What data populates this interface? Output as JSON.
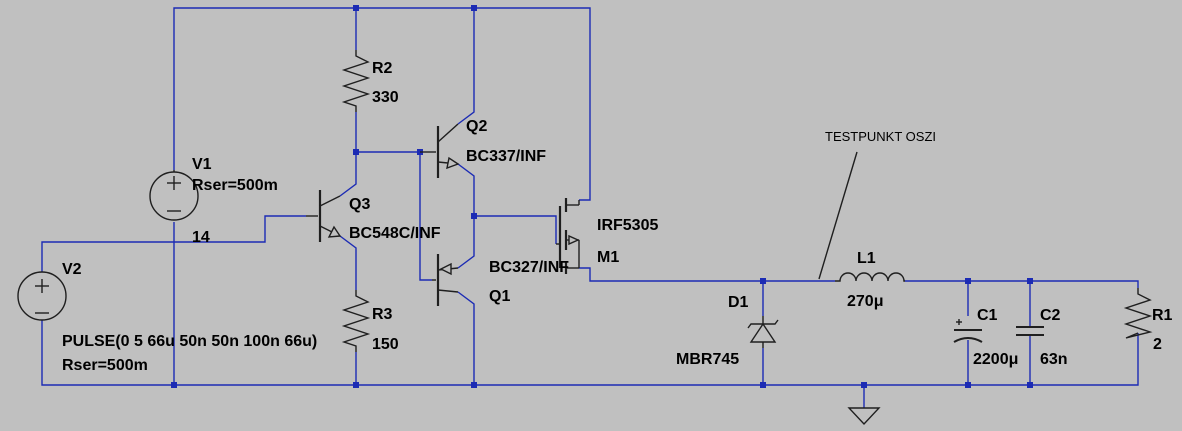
{
  "components": {
    "v1": {
      "ref": "V1",
      "param": "Rser=500m",
      "value": "14"
    },
    "v2": {
      "ref": "V2",
      "value": "PULSE(0 5 66u 50n 50n 100n 66u)",
      "param": "Rser=500m"
    },
    "r1": {
      "ref": "R1",
      "value": "2"
    },
    "r2": {
      "ref": "R2",
      "value": "330"
    },
    "r3": {
      "ref": "R3",
      "value": "150"
    },
    "q1": {
      "ref": "Q1",
      "model": "BC327/INF"
    },
    "q2": {
      "ref": "Q2",
      "model": "BC337/INF"
    },
    "q3": {
      "ref": "Q3",
      "model": "BC548C/INF"
    },
    "m1": {
      "ref": "M1",
      "model": "IRF5305"
    },
    "d1": {
      "ref": "D1",
      "model": "MBR745"
    },
    "l1": {
      "ref": "L1",
      "value": "270μ"
    },
    "c1": {
      "ref": "C1",
      "value": "2200μ"
    },
    "c2": {
      "ref": "C2",
      "value": "63n"
    }
  },
  "annotations": {
    "testpoint": "TESTPUNKT OSZI"
  },
  "colors": {
    "background": "#c0c0c0",
    "wire": "#1c2bb4",
    "component": "#1f1f1f"
  }
}
